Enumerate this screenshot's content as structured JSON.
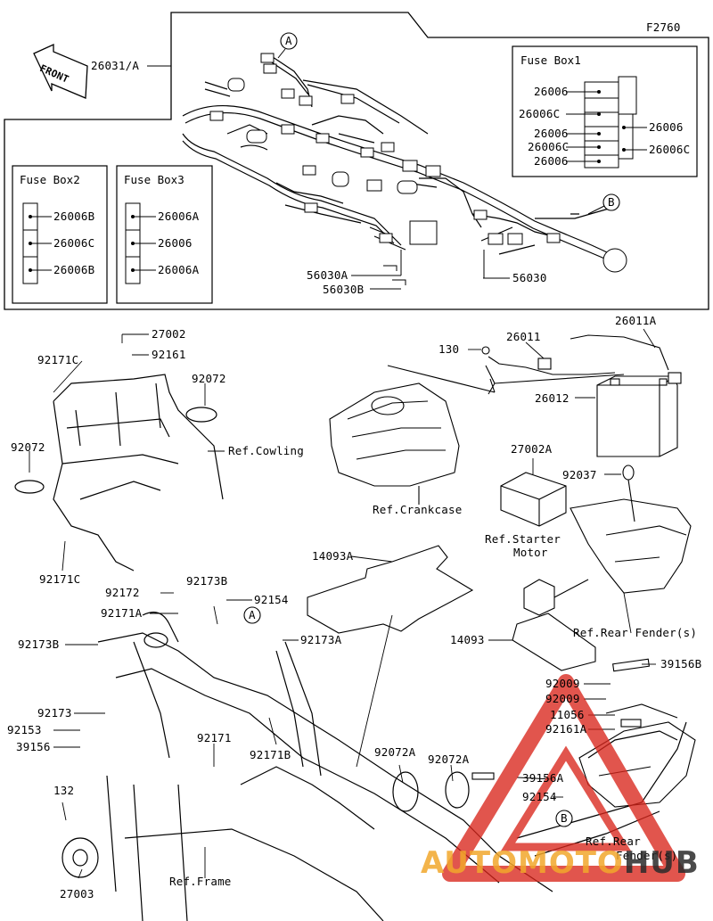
{
  "figure_code": "F2760",
  "front_label": "FRONT",
  "ref_markers": [
    "A",
    "B"
  ],
  "fuse_box_1": {
    "title": "Fuse Box1",
    "left_labels": [
      "26006",
      "26006C",
      "26006",
      "26006C",
      "26006"
    ],
    "right_labels": [
      "26006",
      "26006C"
    ]
  },
  "fuse_box_2": {
    "title": "Fuse Box2",
    "labels": [
      "26006B",
      "26006C",
      "26006B"
    ]
  },
  "fuse_box_3": {
    "title": "Fuse Box3",
    "labels": [
      "26006A",
      "26006",
      "26006A"
    ]
  },
  "harness_labels": {
    "main": "26031/A",
    "p56030a": "56030A",
    "p56030b": "56030B",
    "p56030": "56030"
  },
  "part_labels": {
    "p27002": "27002",
    "p92161": "92161",
    "p92171c_top": "92171C",
    "p92072_right": "92072",
    "p92072_left": "92072",
    "ref_cowling": "Ref.Cowling",
    "p92171c_bottom": "92171C",
    "ref_crankcase": "Ref.Crankcase",
    "p130": "130",
    "p26011": "26011",
    "p26011a": "26011A",
    "p26012": "26012",
    "p27002a": "27002A",
    "p92037": "92037",
    "ref_starter_1": "Ref.Starter",
    "ref_starter_2": "Motor",
    "ref_rear_fender_s": "Ref.Rear Fender(s)",
    "p14093a": "14093A",
    "p14093": "14093",
    "p39156b": "39156B",
    "p92009_a": "92009",
    "p92009_b": "92009",
    "p11056": "11056",
    "p92161a": "92161A",
    "p39156a": "39156A",
    "p92154_bottom": "92154",
    "ref_rear_1": "Ref.Rear",
    "ref_rear_2": "Fender(s)",
    "p92172": "92172",
    "p92173b_top": "92173B",
    "p92154_top": "92154",
    "p92171a": "92171A",
    "p92173b_left": "92173B",
    "p92173a": "92173A",
    "p92173": "92173",
    "p92153": "92153",
    "p39156": "39156",
    "p92171": "92171",
    "p92171b": "92171B",
    "p92072a_1": "92072A",
    "p92072a_2": "92072A",
    "p132": "132",
    "p27003": "27003",
    "ref_frame": "Ref.Frame"
  },
  "watermark": {
    "left": "AUTO",
    "middle": "MOTO",
    "right": "HUB"
  },
  "colors": {
    "watermark_red": "#d9261c",
    "watermark_orange": "#f2a82c",
    "watermark_dark": "#2b2b2b"
  }
}
